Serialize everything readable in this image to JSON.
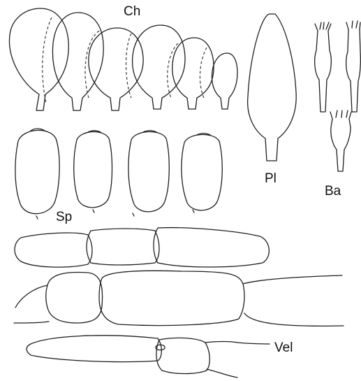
{
  "labels": {
    "cheilocystidia": "Ch",
    "pleurocystidium": "Pl",
    "basidia": "Ba",
    "spores": "Sp",
    "velum": "Vel"
  },
  "colors": {
    "line": "#1e1e1e",
    "background": "#ffffff"
  }
}
